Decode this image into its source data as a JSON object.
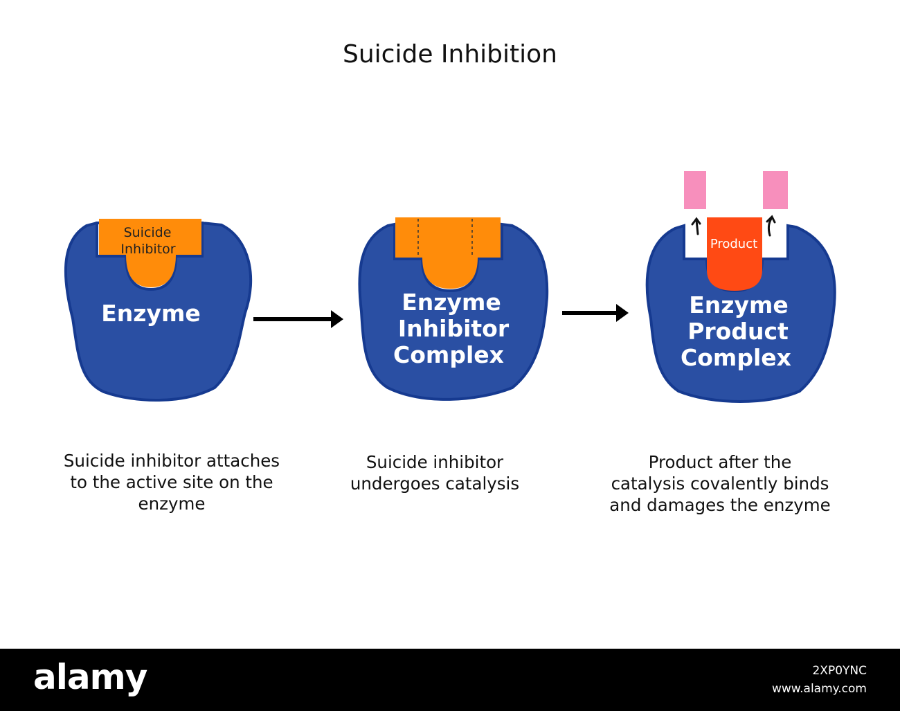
{
  "title": "Suicide Inhibition",
  "stages": [
    {
      "enzyme_lines": [
        "Enzyme"
      ],
      "inhibitor_lines": [
        "Suicide",
        "Inhibitor"
      ],
      "caption_lines": [
        "Suicide inhibitor attaches",
        "to the active site on the",
        "enzyme"
      ]
    },
    {
      "enzyme_lines": [
        "Enzyme",
        "Inhibitor",
        "Complex"
      ],
      "caption_lines": [
        "Suicide inhibitor",
        "undergoes catalysis"
      ]
    },
    {
      "enzyme_lines": [
        "Enzyme",
        "Product",
        "Complex"
      ],
      "product_label": "Product",
      "caption_lines": [
        "Product after the",
        "catalysis covalently binds",
        "and damages the enzyme"
      ]
    }
  ],
  "colors": {
    "enzyme_fill": "#2a4fa3",
    "enzyme_stroke": "#163a90",
    "inhibitor": "#ff8c0a",
    "product": "#ff4a14",
    "fragment": "#f78fbc",
    "arrow": "#000000"
  },
  "footer": {
    "brand": "alamy",
    "image_id": "2XP0YNC",
    "site": "www.alamy.com"
  }
}
